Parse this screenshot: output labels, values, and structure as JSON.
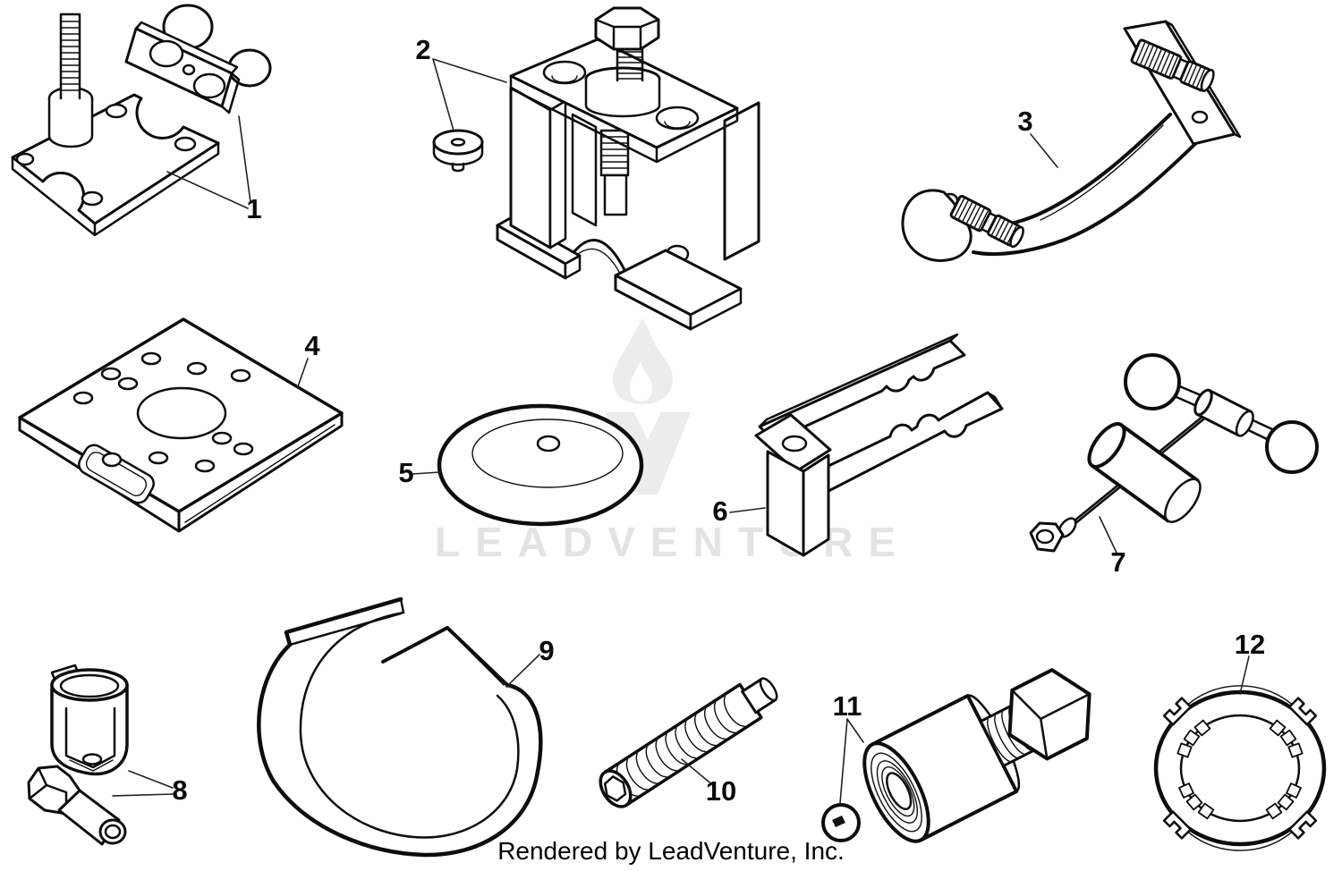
{
  "diagram": {
    "background": "#ffffff",
    "line_color": "#0d0d0d"
  },
  "watermark": {
    "text": "LEADVENTURE",
    "logo": "flame-v-logo",
    "color": "#e3e3e3"
  },
  "footer": {
    "text": "Rendered by LeadVenture, Inc."
  },
  "callouts": [
    "1",
    "2",
    "3",
    "4",
    "5",
    "6",
    "7",
    "8",
    "9",
    "10",
    "11",
    "12"
  ]
}
